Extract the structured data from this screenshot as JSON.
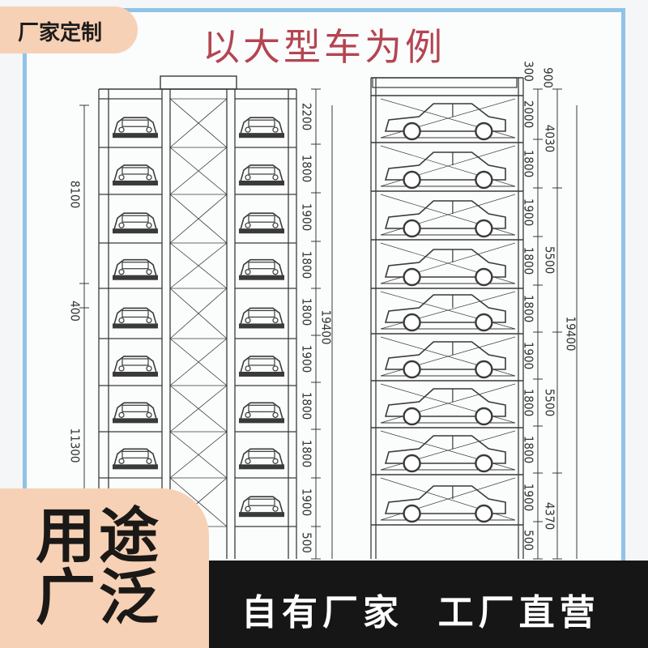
{
  "badge": {
    "label": "厂家定制"
  },
  "drawing": {
    "title": "以大型车为例",
    "left_rack": {
      "segment_dims": [
        "2200",
        "1800",
        "1900",
        "1800",
        "1800",
        "1900",
        "1800",
        "1800",
        "1900",
        "500"
      ],
      "total_label": "19400",
      "side_dims": [
        "8100",
        "400",
        "11300"
      ]
    },
    "right_rack": {
      "top_dims": [
        "300",
        "900"
      ],
      "segment_dims": [
        "2000",
        "1800",
        "1900",
        "1800",
        "1800",
        "1900",
        "1800",
        "1800",
        "1900",
        "500"
      ],
      "group_dims": [
        "4030",
        "5500",
        "5500",
        "4370"
      ],
      "total_label": "19400"
    }
  },
  "promo": {
    "line1": "用途",
    "line2": "广泛",
    "slogan": "自有厂家  工厂直营"
  },
  "colors": {
    "badge_bg": "#f7d1b5",
    "panel_bg": "#f7d1b5",
    "bar_bg": "#161616",
    "frame": "#8fc3e8",
    "title": "#b44552"
  }
}
